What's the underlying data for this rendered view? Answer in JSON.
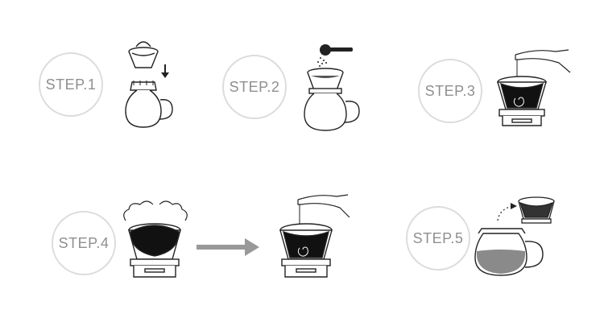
{
  "steps": [
    {
      "label": "STEP.1"
    },
    {
      "label": "STEP.2"
    },
    {
      "label": "STEP.3"
    },
    {
      "label": "STEP.4"
    },
    {
      "label": "STEP.5"
    }
  ],
  "colors": {
    "badge_border": "#dcdcdc",
    "badge_text": "#8f8f8f",
    "line": "#222222",
    "arrow": "#999999",
    "coffee": "#8a8a8a"
  },
  "icons": [
    "filter-icon",
    "down-arrow-icon",
    "carafe-icon",
    "scoop-icon",
    "kettle-spout-icon",
    "steam-icon",
    "right-arrow-icon",
    "dotted-arrow-icon"
  ]
}
